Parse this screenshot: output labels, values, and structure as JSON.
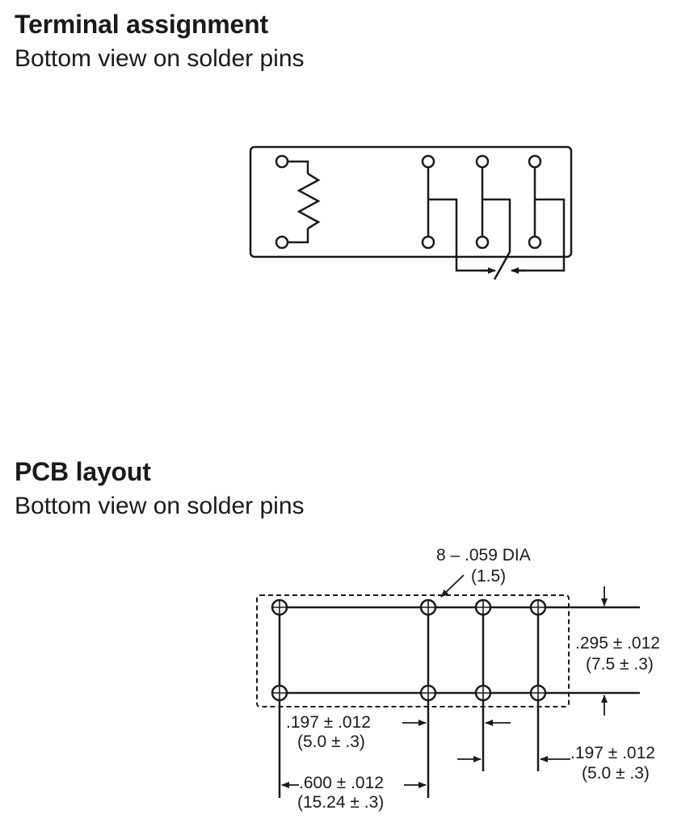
{
  "terminal": {
    "title": "Terminal assignment",
    "subtitle": "Bottom view on solder pins"
  },
  "pcb": {
    "title": "PCB layout",
    "subtitle": "Bottom view on solder pins",
    "hole_label": "8 – .059 DIA",
    "hole_label_mm": "(1.5)",
    "row_spacing": ".295 ± .012",
    "row_spacing_mm": "(7.5 ± .3)",
    "pitch_left": ".197 ± .012",
    "pitch_left_mm": "(5.0 ± .3)",
    "pitch_right": ".197 ± .012",
    "pitch_right_mm": "(5.0 ± .3)",
    "span": ".600 ± .012",
    "span_mm": "(15.24 ± .3)"
  }
}
